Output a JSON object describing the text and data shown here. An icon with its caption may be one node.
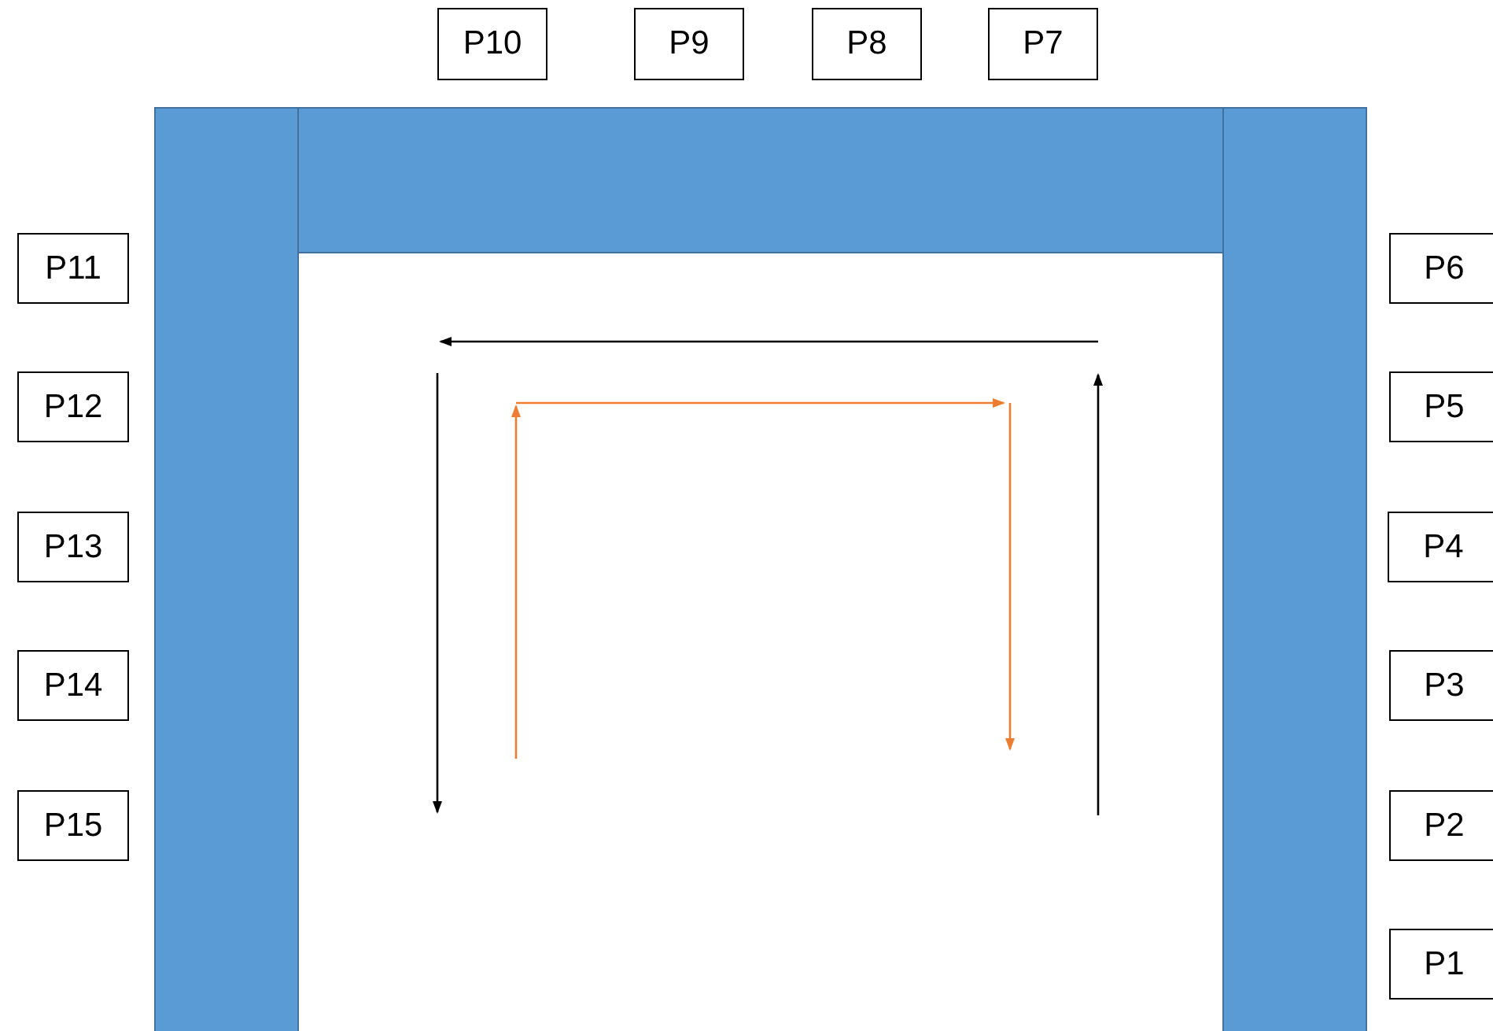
{
  "diagram": {
    "nodes": [
      {
        "text": [
          "P10"
        ]
      },
      {
        "text": [
          "P9"
        ]
      },
      {
        "text": [
          "P8"
        ]
      },
      {
        "text": [
          "P7"
        ]
      },
      {
        "text": [
          "P11"
        ]
      },
      {
        "text": [
          "P6"
        ]
      },
      {
        "text": [
          "P12"
        ]
      },
      {
        "text": [
          "P5"
        ]
      },
      {
        "text": [
          "P13"
        ]
      },
      {
        "text": [
          "P4"
        ]
      },
      {
        "text": [
          "P14"
        ]
      },
      {
        "text": [
          "P3"
        ]
      },
      {
        "text": [
          "P15"
        ]
      },
      {
        "text": [
          "P2"
        ]
      },
      {
        "text": [
          "P1"
        ]
      }
    ]
  }
}
